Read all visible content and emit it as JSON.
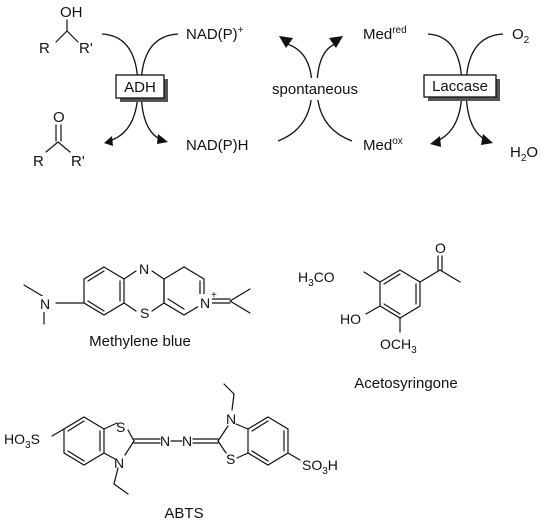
{
  "cycle": {
    "enzyme1": "ADH",
    "enzyme2": "Laccase",
    "middle": "spontaneous",
    "alcohol": {
      "oh": "OH",
      "r": "R",
      "r_prime": "R'"
    },
    "ketone": {
      "o": "O",
      "r": "R",
      "r_prime": "R'"
    },
    "nadp_ox": {
      "base": "NAD(P)",
      "sup": "+"
    },
    "nadp_red": "NAD(P)H",
    "med_red": {
      "base": "Med",
      "sup": "red"
    },
    "med_ox": {
      "base": "Med",
      "sup": "ox"
    },
    "o2": {
      "base": "O",
      "sub": "2"
    },
    "h2o": {
      "a": "H",
      "sub": "2",
      "b": "O"
    }
  },
  "methylene_blue": {
    "name": "Methylene blue",
    "n_top": "N",
    "s": "S",
    "n_left": "N",
    "n_right": "N",
    "charge": "+"
  },
  "acetosyringone": {
    "name": "Acetosyringone",
    "o_keto": "O",
    "ome_top": {
      "a": "H",
      "sub": "3",
      "b": "CO"
    },
    "ho": "HO",
    "ome_bottom": {
      "a": "OCH",
      "sub": "3"
    }
  },
  "abts": {
    "name": "ABTS",
    "left_acid": {
      "a": "HO",
      "sub": "3",
      "b": "S"
    },
    "right_acid": {
      "a": "SO",
      "sub": "3",
      "b": "H"
    },
    "s_left": "S",
    "n_left": "N",
    "s_right": "S",
    "n_right": "N",
    "azo_1": "N",
    "azo_2": "N"
  }
}
